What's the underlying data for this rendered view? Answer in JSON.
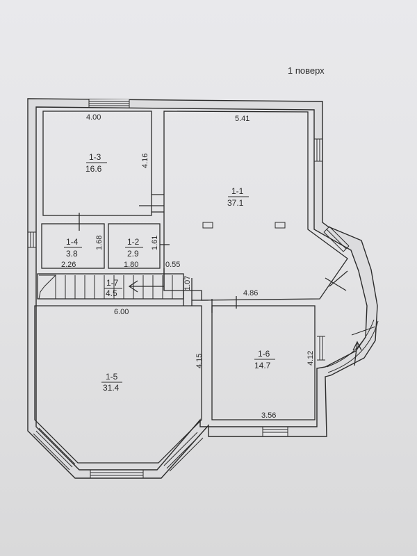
{
  "title": "1 поверх",
  "rooms": [
    {
      "id": "1-1",
      "area": "37.1"
    },
    {
      "id": "1-2",
      "area": "2.9"
    },
    {
      "id": "1-3",
      "area": "16.6"
    },
    {
      "id": "1-4",
      "area": "3.8"
    },
    {
      "id": "1-5",
      "area": "31.4"
    },
    {
      "id": "1-6",
      "area": "14.7"
    },
    {
      "id": "1-7",
      "area": "4.5"
    }
  ],
  "dimensions": {
    "r13_width": "4.00",
    "r13_height": "4.16",
    "r11_width": "5.41",
    "r14_height": "1.68",
    "r14_width": "2.26",
    "r12_height": "1.61",
    "r12_width": "1.80",
    "gap": "0.55",
    "stair_height": "1.07",
    "r15_width": "6.00",
    "r15_height": "4.15",
    "r16_top": "4.86",
    "r16_height": "4.12",
    "r16_width": "3.56"
  },
  "colors": {
    "paper": "#e6e6e8",
    "ink": "#2b2b2b",
    "background": "#5f5d58"
  }
}
